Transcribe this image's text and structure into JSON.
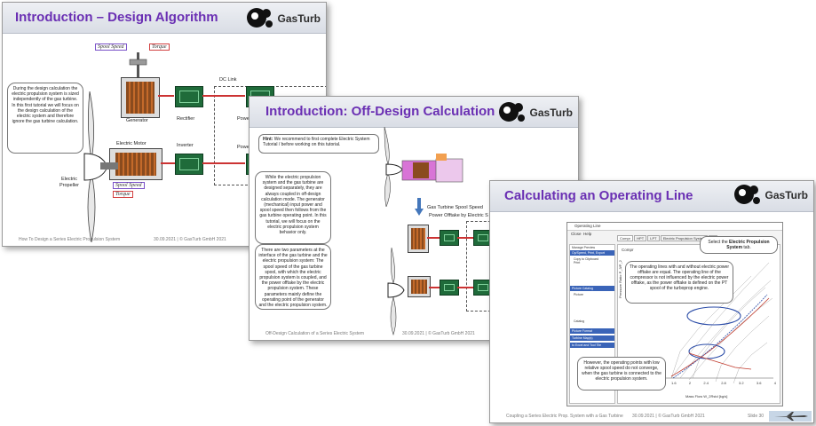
{
  "slide1": {
    "title": "Introduction – Design Algorithm",
    "logo_text": "GasTurb",
    "textbox": "During the design calculation the electric propulsion system is sized independently of the gas turbine. In this first tutorial we will focus on the design calculation of the electric system and therefore ignore the gas turbine calculation.",
    "spool_speed_label": "Spool Speed",
    "torque_label": "Torque",
    "generator_label": "Generator",
    "rectifier_label": "Rectifier",
    "dc_link_label": "DC Link",
    "power_label_1": "Powe",
    "power_label_2": "Powe",
    "electric_motor_label": "Electric Motor",
    "inverter_label": "Inverter",
    "electric_propeller_label": "Electric Propeller",
    "footer_left": "How To Design a Series Electric Propulsion System",
    "footer_mid": "30.09.2021 | © GasTurb GmbH 2021"
  },
  "slide2": {
    "title": "Introduction: Off-Design Calculation",
    "logo_text": "GasTurb",
    "hint_prefix": "Hint:",
    "hint_text": " We recommend to first complete Electric System Tutorial / before working on this tutorial.",
    "textbox1": "While the electric propulsion system and the gas turbine are designed separately, they are always coupled in off-design calculation mode. The generator (mechanical) input power and spool speed then follows from the gas turbine operating point. In this tutorial, we will focus on the electric propulsion system behavior only.",
    "textbox2": "There are two parameters at the interface of the gas turbine and the electric propulsion system: The spool speed of the gas turbine spool, with which the electric propulsion system is coupled, and the power offtake by the electric propulsion system. These parameters mainly define the operating point of the generator and the electric propulsion system.",
    "spool_speed_label": "Gas Turbine Spool Speed",
    "power_offtake_label": "Power Offtake by Electric S",
    "footer_left": "Off-Design Calculation of a Series Electric System",
    "footer_mid": "30.09.2021 | © GasTurb GmbH 2021"
  },
  "slide3": {
    "title": "Calculating an Operating Line",
    "logo_text": "GasTurb",
    "window_title": "Operating Line",
    "menu": [
      "Close",
      "Help"
    ],
    "tabs": [
      "Compr",
      "HPT",
      "LPT",
      "Electric Propulsion System",
      "Tr"
    ],
    "panel_sections": [
      "Op/Speed, Print, Export",
      "Picture Catalog",
      "Picture Format",
      "Turbine Map(s)",
      "to Excel and Tool Tile"
    ],
    "panel_buttons": [
      "Manage",
      "Preview",
      "Copy to Clipboard",
      "Print",
      "Picture",
      "Catalog"
    ],
    "plot_label": "Compr",
    "callout_top_pre": "Select the ",
    "callout_top_bold": "Electric Propulsion System",
    "callout_top_post": " tab.",
    "callout_mid": "The operating lines with and without electric power offtake are equal. The operating line of the compressor is not influenced by the electric power offtake, as the power offtake is defined on the PT spool of the turboprop engine.",
    "callout_bottom": "However, the operating points with low relative spool speed do not converge, when the gas turbine is connected to the electric propulsion system.",
    "y_axis_label": "Pressure Ratio P_3/P_2",
    "x_axis_label": "Mass Flow W_2Rstd [kg/s]",
    "x_ticks": [
      "1.6",
      "2",
      "2.4",
      "2.8",
      "3.2",
      "3.6",
      "4"
    ],
    "footer_left": "Coupling a Series Electric Prop. System with a Gas Turbine",
    "footer_mid": "30.09.2021 | © GasTurb GmbH 2021",
    "footer_slide": "Slide 30"
  }
}
